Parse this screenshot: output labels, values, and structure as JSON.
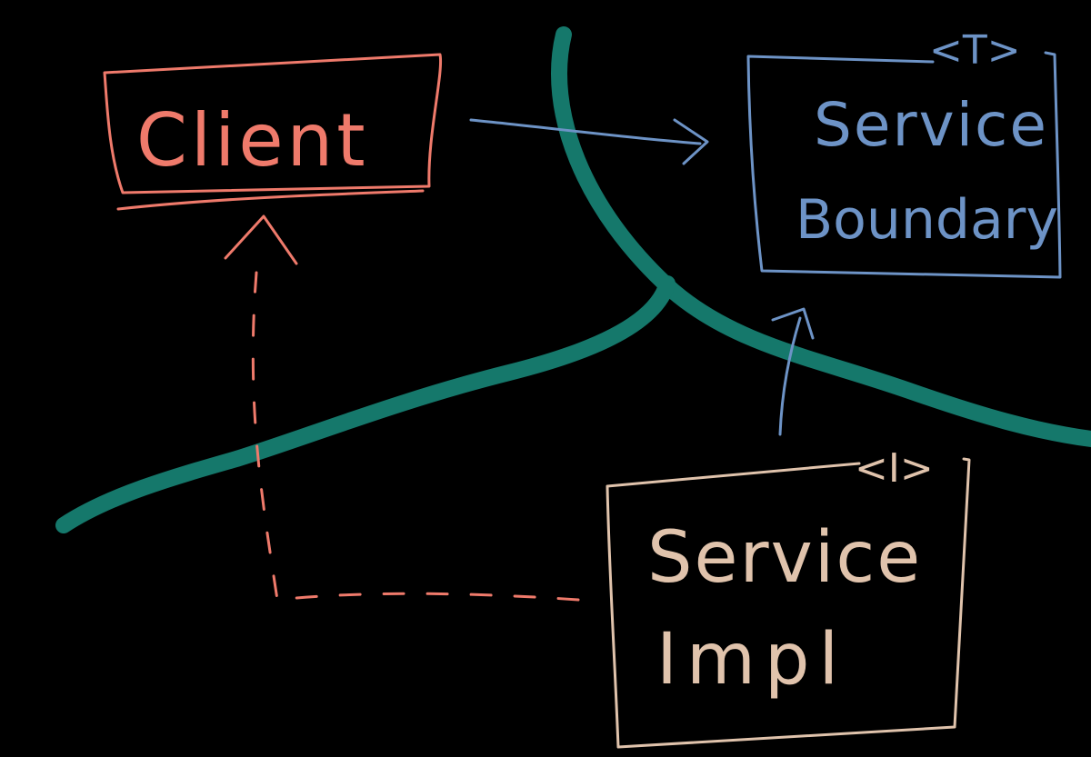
{
  "colors": {
    "background": "#000000",
    "client": "#ef7a6b",
    "boundary": "#6d93c6",
    "impl": "#e0c3ac",
    "separator": "#15786b"
  },
  "nodes": {
    "client": {
      "label": "Client"
    },
    "boundary": {
      "label_line1": "Service",
      "label_line2": "Boundary",
      "tag": "<T>"
    },
    "impl": {
      "label_line1": "Service",
      "label_line2": "Impl",
      "tag": "<I>"
    }
  },
  "edges": [
    {
      "from": "client",
      "to": "boundary",
      "style": "solid"
    },
    {
      "from": "impl",
      "to": "boundary",
      "style": "solid"
    },
    {
      "from": "impl",
      "to": "client",
      "style": "dashed"
    }
  ]
}
